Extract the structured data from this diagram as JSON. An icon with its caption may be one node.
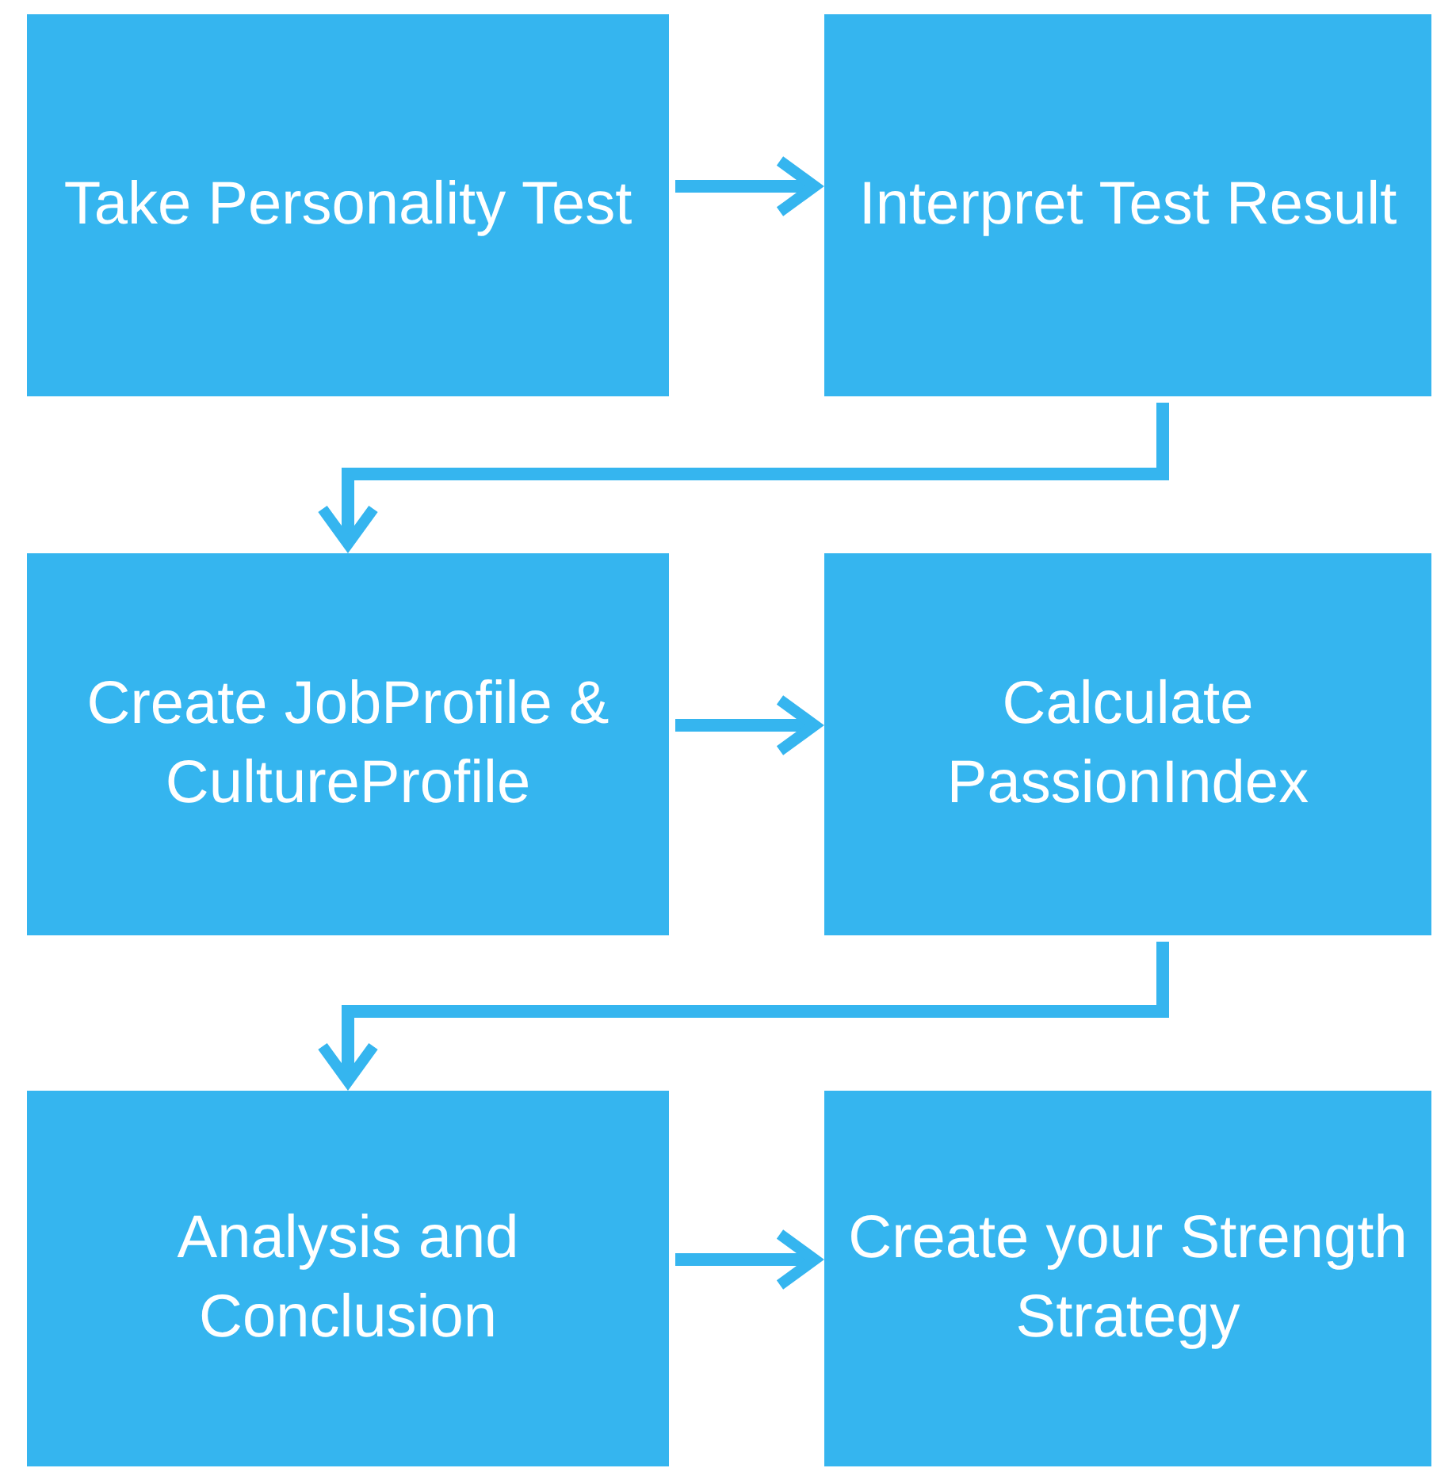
{
  "diagram": {
    "nodes": [
      {
        "text": [
          "Take Personality Test"
        ]
      },
      {
        "text": [
          "Interpret Test Result"
        ]
      },
      {
        "text": [
          "Create JobProfile & CultureProfile"
        ]
      },
      {
        "text": [
          "Calculate PassionIndex"
        ]
      },
      {
        "text": [
          "Analysis and Conclusion"
        ]
      },
      {
        "text": [
          "Create your Strength Strategy"
        ]
      }
    ],
    "edges": [
      {
        "from": 0,
        "to": 1,
        "arrow": "to"
      },
      {
        "from": 1,
        "to": 2,
        "arrow": "to"
      },
      {
        "from": 2,
        "to": 3,
        "arrow": "to"
      },
      {
        "from": 3,
        "to": 4,
        "arrow": "to"
      },
      {
        "from": 4,
        "to": 5,
        "arrow": "to"
      }
    ]
  }
}
